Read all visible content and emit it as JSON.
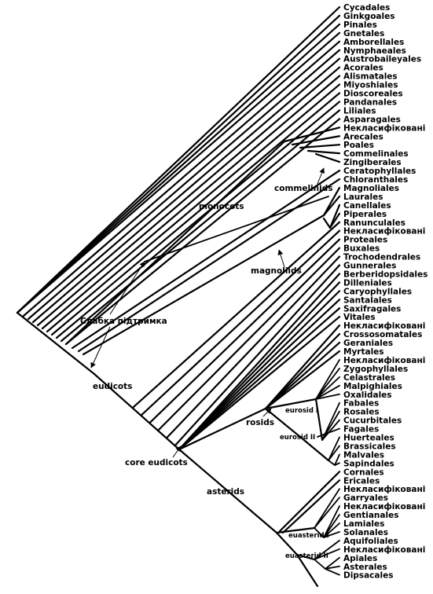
{
  "tree": {
    "taxa": [
      "Cycadales",
      "Ginkgoales",
      "Pinales",
      "Gnetales",
      "Amborellales",
      "Nymphaeales",
      "Austrobaileyales",
      "Acorales",
      "Alismatales",
      "Miyoshiales",
      "Dioscoreales",
      "Pandanales",
      "Liliales",
      "Asparagales",
      "Некласифіковані",
      "Arecales",
      "Poales",
      "Commelinales",
      "Zingiberales",
      "Ceratophyllales",
      "Chloranthales",
      "Magnoliales",
      "Laurales",
      "Canellales",
      "Piperales",
      "Ranunculales",
      "Некласифіковані",
      "Proteales",
      "Buxales",
      "Trochodendrales",
      "Gunnerales",
      "Berberidopsidales",
      "Dilleniales",
      "Caryophyllales",
      "Santalales",
      "Saxifragales",
      "Vitales",
      "Некласифіковані",
      "Crossosomatales",
      "Geraniales",
      "Myrtales",
      "Некласифіковані",
      "Zygophyllales",
      "Celastrales",
      "Malpighiales",
      "Oxalidales",
      "Fabales",
      "Rosales",
      "Cucurbitales",
      "Fagales",
      "Huerteales",
      "Brassicales",
      "Malvales",
      "Sapindales",
      "Cornales",
      "Ericales",
      "Некласифіковані",
      "Garryales",
      "Некласифіковані",
      "Gentianales",
      "Lamiales",
      "Solanales",
      "Aquifoliales",
      "Некласифіковані",
      "Apiales",
      "Asterales",
      "Dipsacales"
    ],
    "clade_labels": {
      "monocots": "monocots",
      "commelinids": "commelinids",
      "magnoliids": "magnoliids",
      "weak_support": "Слабка підтримка",
      "eudicots": "eudicots",
      "core_eudicots": "core eudicots",
      "rosids": "rosids",
      "eurosid_1": "eurosid I",
      "eurosid_2": "eurosid II",
      "asterids": "asterids",
      "euasterid_1": "euasterid I",
      "euasterid_2": "euasterid II"
    }
  }
}
